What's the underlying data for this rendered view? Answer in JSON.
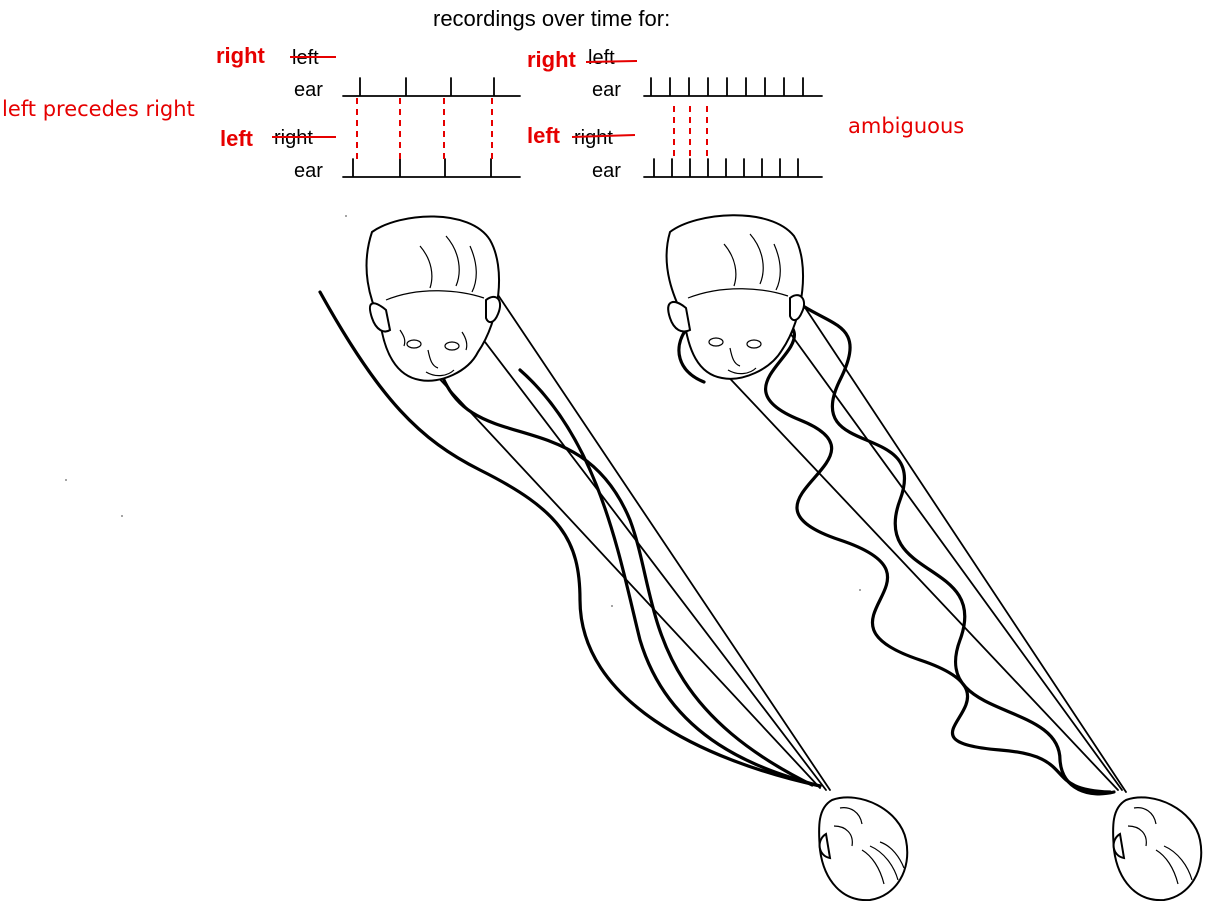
{
  "heading": "recordings over time for:",
  "annotations": {
    "left_note": "left precedes right",
    "right_note": "ambiguous"
  },
  "left_panel": {
    "top_red_label": "right",
    "top_struck_label": "left",
    "top_ear_label": "ear",
    "bottom_red_label": "left",
    "bottom_struck_label": "right",
    "bottom_ear_label": "ear"
  },
  "right_panel": {
    "top_red_label": "right",
    "top_struck_label": "left",
    "top_ear_label": "ear",
    "bottom_red_label": "left",
    "bottom_struck_label": "right",
    "bottom_ear_label": "ear"
  },
  "colors": {
    "annotation": "#e60000",
    "ink": "#000000",
    "background": "#ffffff"
  }
}
